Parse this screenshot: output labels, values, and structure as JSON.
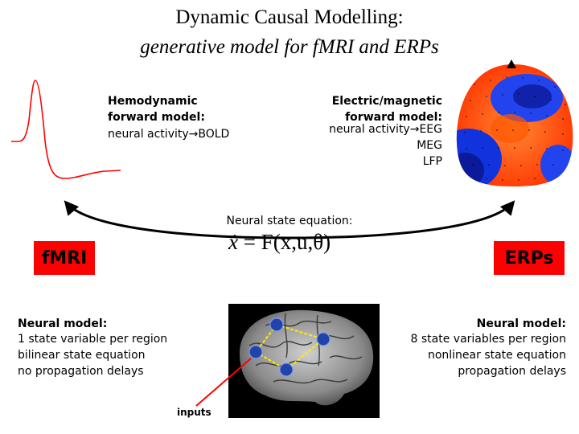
{
  "title": {
    "line1": "Dynamic Causal Modelling:",
    "line2": "generative model for fMRI and ERPs"
  },
  "hemodynamic": {
    "heading_line1": "Hemodynamic",
    "heading_line2": "forward model:",
    "subtitle": "neural activity→BOLD"
  },
  "electric": {
    "heading_line1": "Electric/magnetic",
    "heading_line2": "forward model:",
    "line1": "neural activity→EEG",
    "line2": "MEG",
    "line3": "LFP"
  },
  "neural_state": {
    "label": "Neural state equation:",
    "equation_lhs": "ẋ",
    "equation_rhs": "= F(x,u,θ)"
  },
  "fmri": {
    "label": "fMRI",
    "model_heading": "Neural model:",
    "line1": "1 state variable per region",
    "line2": "bilinear state equation",
    "line3": "no propagation delays"
  },
  "erp": {
    "label": "ERPs",
    "model_heading": "Neural model:",
    "line1": "8 state variables per region",
    "line2": "nonlinear state equation",
    "line3": "propagation delays"
  },
  "brain": {
    "inputs_label": "inputs"
  },
  "colors": {
    "box_red": "#ff0000",
    "bold_curve": "#ff0000",
    "node_blue": "#2244aa",
    "edge_yellow": "#ffee00"
  }
}
